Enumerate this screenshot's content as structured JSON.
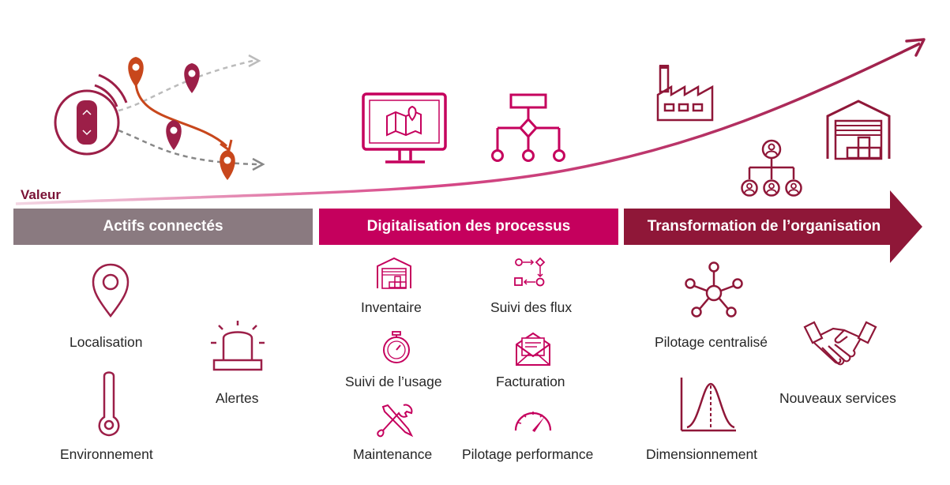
{
  "axis_label": "Valeur",
  "bands": [
    {
      "label": "Actifs connectés",
      "color": "#8a7a80"
    },
    {
      "label": "Digitalisation des processus",
      "color": "#c5005d"
    },
    {
      "label": "Transformation de l’organisation",
      "color": "#8f1738"
    }
  ],
  "actifs": {
    "localisation": "Localisation",
    "alertes": "Alertes",
    "environnement": "Environnement"
  },
  "digital": {
    "inventaire": "Inventaire",
    "suivi_flux": "Suivi des flux",
    "suivi_usage": "Suivi de l’usage",
    "facturation": "Facturation",
    "maintenance": "Maintenance",
    "pilotage_perf": "Pilotage performance"
  },
  "transfo": {
    "pilotage_central": "Pilotage centralisé",
    "nouveaux_services": "Nouveaux services",
    "dimensionnement": "Dimensionnement"
  },
  "colors": {
    "grey": "#8a7a80",
    "magenta": "#c5005d",
    "bordeaux": "#8f1738",
    "icon": "#9c1f48",
    "orange": "#c8471c"
  }
}
